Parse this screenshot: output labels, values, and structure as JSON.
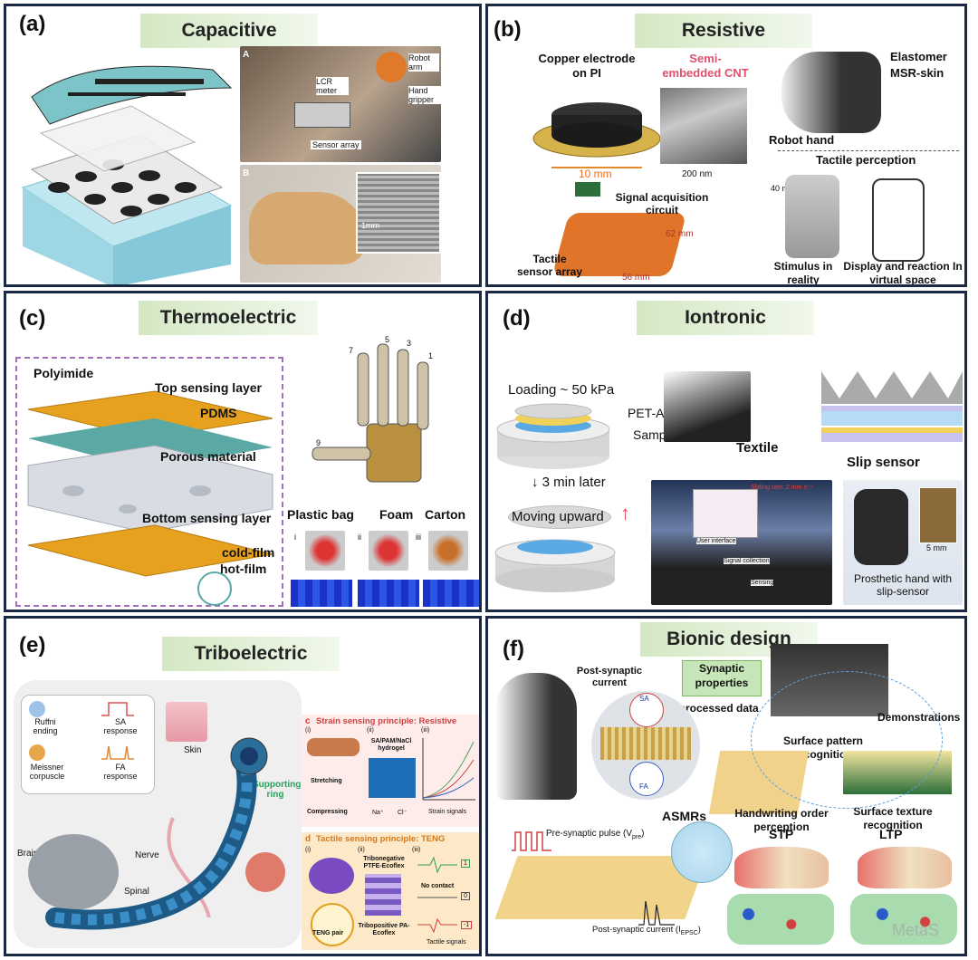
{
  "a": {
    "label": "(a)",
    "title": "Capacitive",
    "photo_letters": [
      "A",
      "B"
    ],
    "lcr": "LCR meter",
    "robot": "Robot arm",
    "gripper": "Hand gripper",
    "sensor_array": "Sensor array",
    "mm": "1mm"
  },
  "b": {
    "label": "(b)",
    "title": "Resistive",
    "copper": "Copper electrode on PI",
    "cnt": "Semi-embedded CNT",
    "d10": "10 mm",
    "nm200": "200 nm",
    "signal": "Signal acquisition circuit",
    "d62": "62 mm",
    "d56": "56 mm",
    "tactile_array": "Tactile sensor array",
    "elastomer": "Elastomer",
    "msr": "MSR-skin",
    "robot_hand": "Robot hand",
    "tactile_perc": "Tactile perception",
    "d40": "40 mm",
    "stimulus": "Stimulus in reality",
    "display": "Display and reaction In virtual space"
  },
  "c": {
    "label": "(c)",
    "title": "Thermoelectric",
    "polyimide": "Polyimide",
    "top": "Top sensing layer",
    "pdms": "PDMS",
    "porous": "Porous material",
    "bottom": "Bottom sensing layer",
    "cold": "cold-film",
    "hot": "hot-film",
    "plastic": "Plastic bag",
    "foam": "Foam",
    "carton": "Carton",
    "romans": [
      "i",
      "ii",
      "iii"
    ],
    "fingers": [
      "1",
      "3",
      "5",
      "7",
      "9"
    ]
  },
  "d": {
    "label": "(d)",
    "title": "Iontronic",
    "loading": "Loading ~ 50 kPa",
    "petau": "PET-Au",
    "sample": "Sample",
    "later": "↓ 3 min later",
    "moving": "Moving upward",
    "textile": "Textile",
    "slip": "Slip sensor",
    "sliding": "Sliding rate: 2 mm·s⁻¹",
    "ui": "User interface",
    "sigcol": "Signal collection",
    "sensing": "Sensing",
    "mm5": "5 mm",
    "prosthetic": "Prosthetic hand with slip-sensor"
  },
  "e": {
    "label": "(e)",
    "title": "Triboelectric",
    "ruffini": "Ruffni ending",
    "sa": "SA response",
    "meissner": "Meissner corpuscle",
    "fa": "FA response",
    "skin": "Skin",
    "supporting": "Supporting ring",
    "nerve": "Nerve",
    "brain": "Brain",
    "spinal": "Spinal",
    "c_title": "Strain sensing principle: Resistive",
    "c_letter": "c",
    "stretching": "Stretching",
    "compressing": "Compressing",
    "sapam": "SA/PAM/NaCl hydrogel",
    "na": "Na⁺",
    "cl": "Cl⁻",
    "strain_signals": "Strain signals",
    "d_letter": "d",
    "d_title": "Tactile sensing principle: TENG",
    "tribo_neg": "Tribonegative PTFE-Ecoflex",
    "no_contact": "No contact",
    "teng_pair": "TENG pair",
    "tribo_pos": "Tribopositive PA-Ecoflex",
    "tactile_signals": "Tactile signals",
    "steps": [
      "(i)",
      "(ii)",
      "(iii)"
    ],
    "levels": [
      "1",
      "0",
      "-1"
    ]
  },
  "f": {
    "label": "(f)",
    "title": "Bionic design",
    "post_current": "Post-synaptic current",
    "synaptic": "Synaptic properties",
    "preprocessed": "Preprocessed data",
    "sa": "SA",
    "fa": "FA",
    "demos": "Demonstrations",
    "surface_pattern": "Surface pattern recognition",
    "asmrs": "ASMRs",
    "handwriting": "Handwriting order perception",
    "surface_texture": "Surface texture recognition",
    "pre_pulse": "Pre-synaptic pulse (V",
    "pre_sub": "pre",
    "post_bottom": "Post-synaptic current (I",
    "post_sub": "EPSC",
    "stp": "STP",
    "ltp": "LTP",
    "watermark": "MetaS"
  }
}
